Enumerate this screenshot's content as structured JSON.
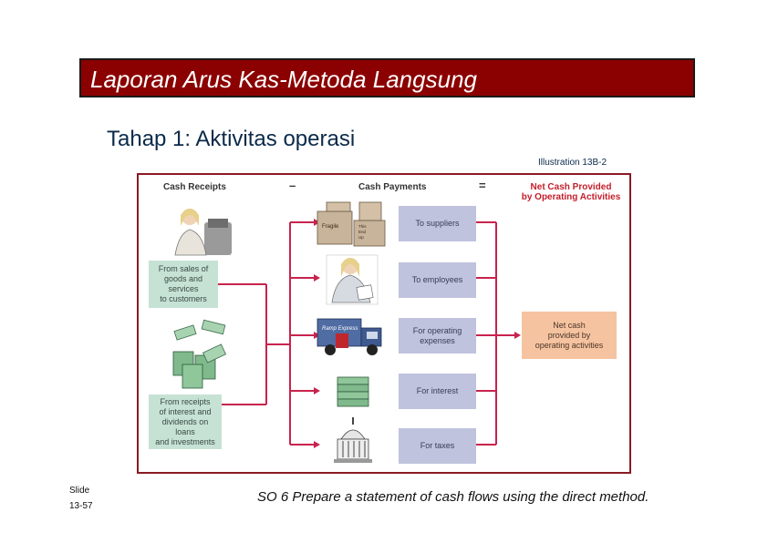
{
  "title": "Laporan Arus Kas-Metoda Langsung",
  "subtitle": "Tahap 1: Aktivitas operasi",
  "illustration_label": "Illustration 13B-2",
  "figure": {
    "header_receipts": "Cash Receipts",
    "operator_minus": "–",
    "header_payments": "Cash Payments",
    "operator_equals": "=",
    "header_net": [
      "Net Cash Provided",
      "by Operating Activities"
    ],
    "receipts": [
      [
        "From sales of",
        "goods and services",
        "to customers"
      ],
      [
        "From receipts",
        "of interest and",
        "dividends on loans",
        "and investments"
      ]
    ],
    "payments": [
      "To suppliers",
      "To employees",
      [
        "For operating",
        "expenses"
      ],
      "For interest",
      "For taxes"
    ],
    "net_cash": [
      "Net cash",
      "provided by",
      "operating activities"
    ],
    "box_label": "Fragile",
    "box_small_label": [
      "This",
      "End",
      "Up"
    ],
    "truck_label": "Ramp Express",
    "colors": {
      "receipt_box": "#c6e2d4",
      "payment_box": "#bfc3dd",
      "net_box": "#f6c3a0",
      "connector": "#c8234d",
      "header_red": "#c41e2a"
    }
  },
  "slide": {
    "label": "Slide",
    "number": "13-57"
  },
  "footer": "SO 6 Prepare a statement of cash flows using the direct method.",
  "colors": {
    "title_bar": "#8b0000",
    "title_text": "#ffffff",
    "heading": "#0b2a4a"
  }
}
